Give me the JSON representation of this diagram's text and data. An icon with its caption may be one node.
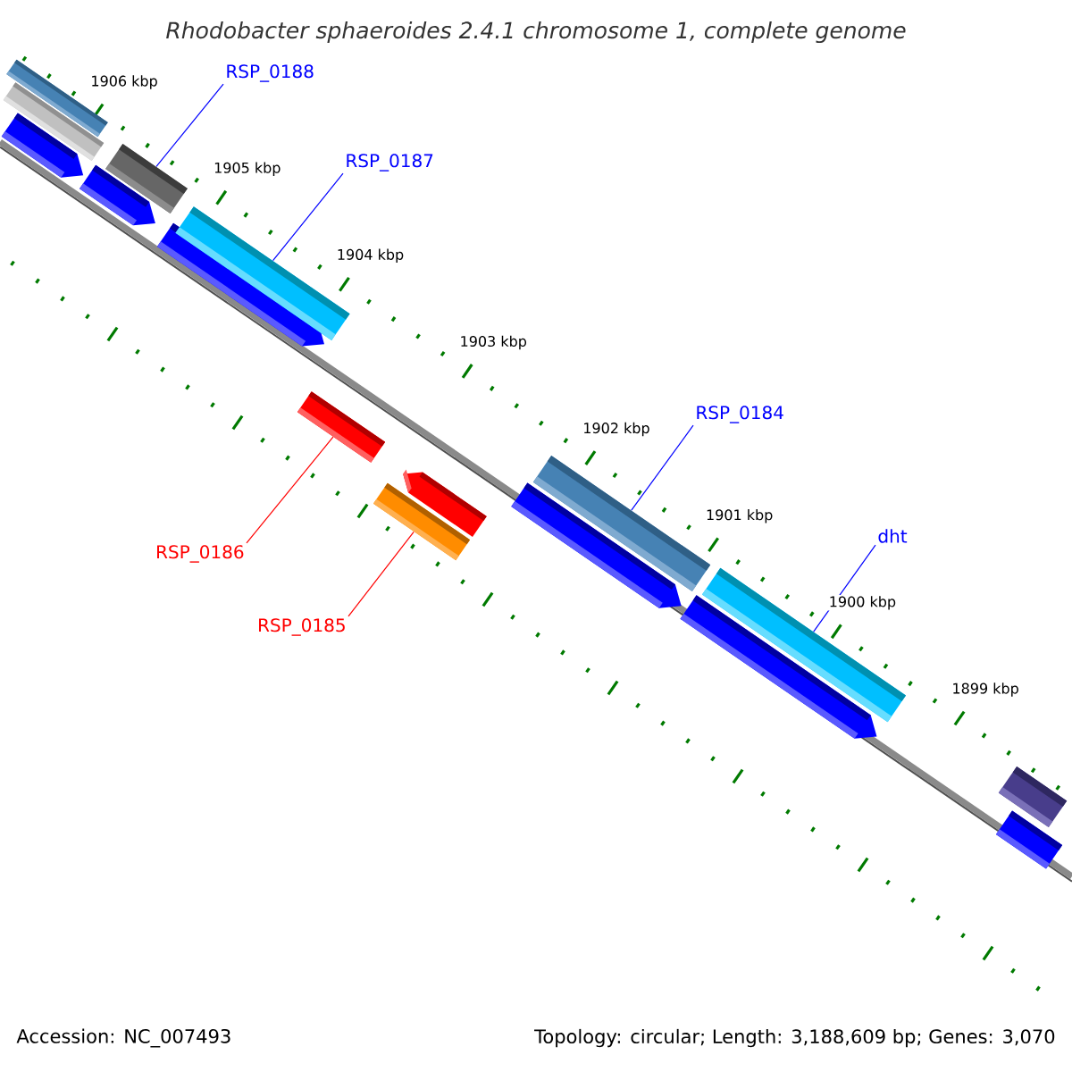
{
  "diagram": {
    "title": "Rhodobacter sphaeroides 2.4.1 chromosome 1, complete genome",
    "nodes": [
      {
        "text": [
          "RSP_0188"
        ]
      },
      {
        "text": [],
        "shape": "bar"
      },
      {
        "text": [
          "RSP_0187"
        ]
      },
      {
        "text": [],
        "shape": "bar"
      },
      {
        "text": [
          "RSP_0186"
        ]
      },
      {
        "text": [],
        "shape": "bar"
      },
      {
        "text": [
          "RSP_0185"
        ]
      },
      {
        "text": [],
        "shape": "bar"
      },
      {
        "text": [
          "RSP_0184"
        ]
      },
      {
        "text": [],
        "shape": "bar"
      },
      {
        "text": [
          "dht"
        ]
      },
      {
        "text": [],
        "shape": "bar"
      }
    ],
    "edges": [
      {
        "from": 0,
        "to": 1,
        "arrow": "none"
      },
      {
        "from": 2,
        "to": 3,
        "arrow": "none"
      },
      {
        "from": 4,
        "to": 5,
        "arrow": "none",
        "color": "#ff0000"
      },
      {
        "from": 6,
        "to": 7,
        "arrow": "none",
        "color": "#ff0000"
      },
      {
        "from": 8,
        "to": 9,
        "arrow": "none"
      },
      {
        "from": 10,
        "to": 11,
        "arrow": "none"
      }
    ],
    "labels": [
      "1906 kbp",
      "1905 kbp",
      "1904 kbp",
      "1903 kbp",
      "1902 kbp",
      "1901 kbp",
      "1900 kbp",
      "1899 kbp",
      "Accession: NC_007493",
      "Topology: circular; Length: 3,188,609 bp; Genes: 3,070"
    ]
  }
}
